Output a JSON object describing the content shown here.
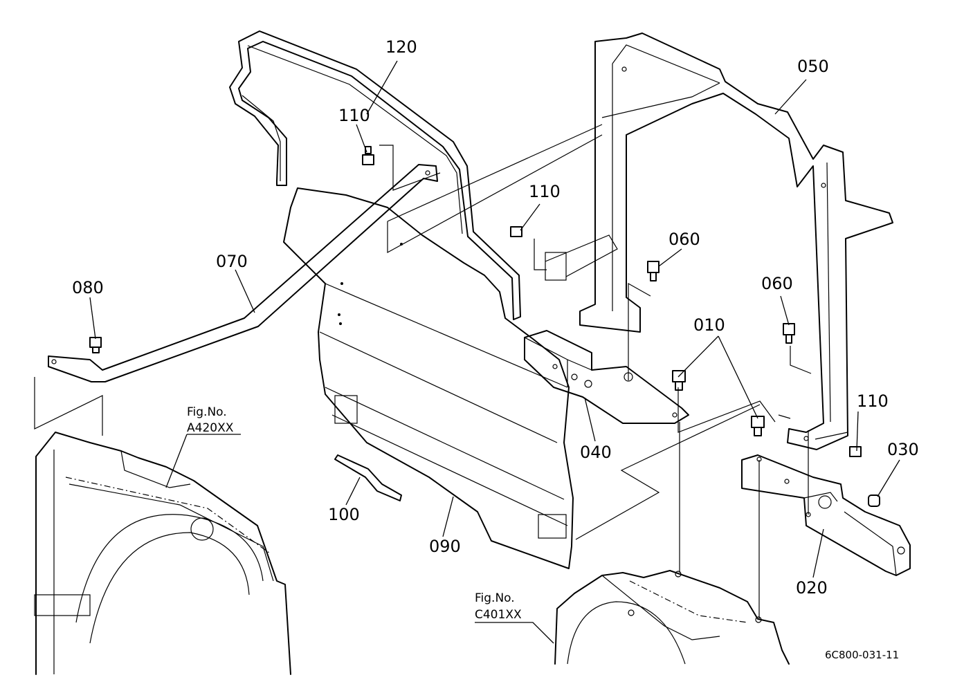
{
  "labels": {
    "p120": "120",
    "p110a": "110",
    "p110b": "110",
    "p110c": "110",
    "p050": "050",
    "p060a": "060",
    "p060b": "060",
    "p070": "070",
    "p080": "080",
    "p010": "010",
    "p040": "040",
    "p030": "030",
    "p020": "020",
    "p100": "100",
    "p090": "090"
  },
  "references": {
    "left_fig_caption": "Fig.No.",
    "left_fig_number": "A420XX",
    "bottom_fig_caption": "Fig.No.",
    "bottom_fig_number": "C401XX"
  },
  "drawing_code": "6C800-031-11"
}
